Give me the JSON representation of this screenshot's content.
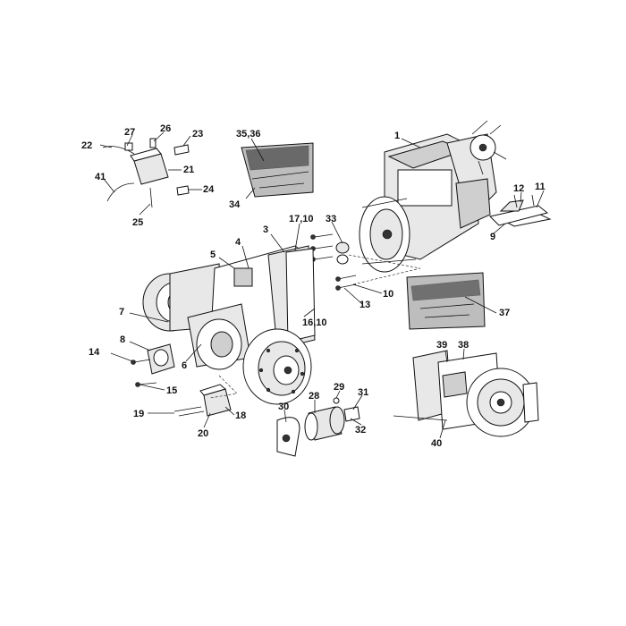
{
  "callouts": [
    {
      "id": "c1",
      "text": "1"
    },
    {
      "id": "c3",
      "text": "3"
    },
    {
      "id": "c4",
      "text": "4"
    },
    {
      "id": "c5",
      "text": "5"
    },
    {
      "id": "c6",
      "text": "6"
    },
    {
      "id": "c7",
      "text": "7"
    },
    {
      "id": "c8",
      "text": "8"
    },
    {
      "id": "c9",
      "text": "9"
    },
    {
      "id": "c10a",
      "text": "10"
    },
    {
      "id": "c11",
      "text": "11"
    },
    {
      "id": "c12",
      "text": "12"
    },
    {
      "id": "c13",
      "text": "13"
    },
    {
      "id": "c14",
      "text": "14"
    },
    {
      "id": "c15",
      "text": "15"
    },
    {
      "id": "c16",
      "text": "16,10"
    },
    {
      "id": "c17",
      "text": "17,10"
    },
    {
      "id": "c18",
      "text": "18"
    },
    {
      "id": "c19",
      "text": "19"
    },
    {
      "id": "c20",
      "text": "20"
    },
    {
      "id": "c21",
      "text": "21"
    },
    {
      "id": "c22",
      "text": "22"
    },
    {
      "id": "c23",
      "text": "23"
    },
    {
      "id": "c24",
      "text": "24"
    },
    {
      "id": "c25",
      "text": "25"
    },
    {
      "id": "c26",
      "text": "26"
    },
    {
      "id": "c27",
      "text": "27"
    },
    {
      "id": "c28",
      "text": "28"
    },
    {
      "id": "c29",
      "text": "29"
    },
    {
      "id": "c30",
      "text": "30"
    },
    {
      "id": "c31",
      "text": "31"
    },
    {
      "id": "c32",
      "text": "32"
    },
    {
      "id": "c33",
      "text": "33"
    },
    {
      "id": "c34",
      "text": "34"
    },
    {
      "id": "c35",
      "text": "35,36"
    },
    {
      "id": "c37",
      "text": "37"
    },
    {
      "id": "c38",
      "text": "38"
    },
    {
      "id": "c39",
      "text": "39"
    },
    {
      "id": "c40",
      "text": "40"
    },
    {
      "id": "c41",
      "text": "41"
    }
  ],
  "colors": {
    "line": "#111111",
    "background": "#ffffff",
    "shade": "#cfcfcf",
    "photo": "#bdbdbd"
  }
}
